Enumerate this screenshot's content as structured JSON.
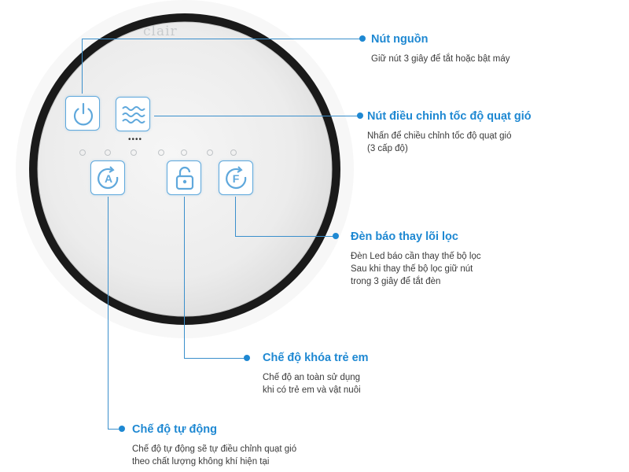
{
  "device": {
    "brand": "clair",
    "buttons": {
      "power": "power-icon",
      "fan_speed": "wind-waves-icon",
      "auto": "auto-mode-A-icon",
      "child_lock": "padlock-icon",
      "filter": "filter-F-icon"
    },
    "indicator_dots": "••••"
  },
  "callouts": {
    "power": {
      "title": "Nút nguồn",
      "desc": [
        "Giữ nút 3 giây để tắt hoặc bật máy"
      ]
    },
    "fan_speed": {
      "title": "Nút điều chỉnh tốc độ quạt gió",
      "desc": [
        "Nhấn để chiều chỉnh tốc độ quạt gió",
        "(3 cấp độ)"
      ]
    },
    "filter": {
      "title": "Đèn báo thay lõi lọc",
      "desc": [
        "Đèn Led báo cần thay thế bộ lọc",
        "Sau khi thay thế bộ lọc giữ nút",
        "trong 3 giây để tắt đèn"
      ]
    },
    "child_lock": {
      "title": "Chế độ khóa trẻ em",
      "desc": [
        "Chế độ an toàn sử dụng",
        "khi có trẻ em và vật nuôi"
      ]
    },
    "auto": {
      "title": "Chế độ tự động",
      "desc": [
        "Chế độ tự động sẽ tự điều chỉnh quạt gió",
        "theo chất lượng không khí hiện tại"
      ]
    }
  },
  "colors": {
    "accent": "#1e88d2",
    "button_outline": "#5fa8dc",
    "ring": "#1a1a1a"
  }
}
